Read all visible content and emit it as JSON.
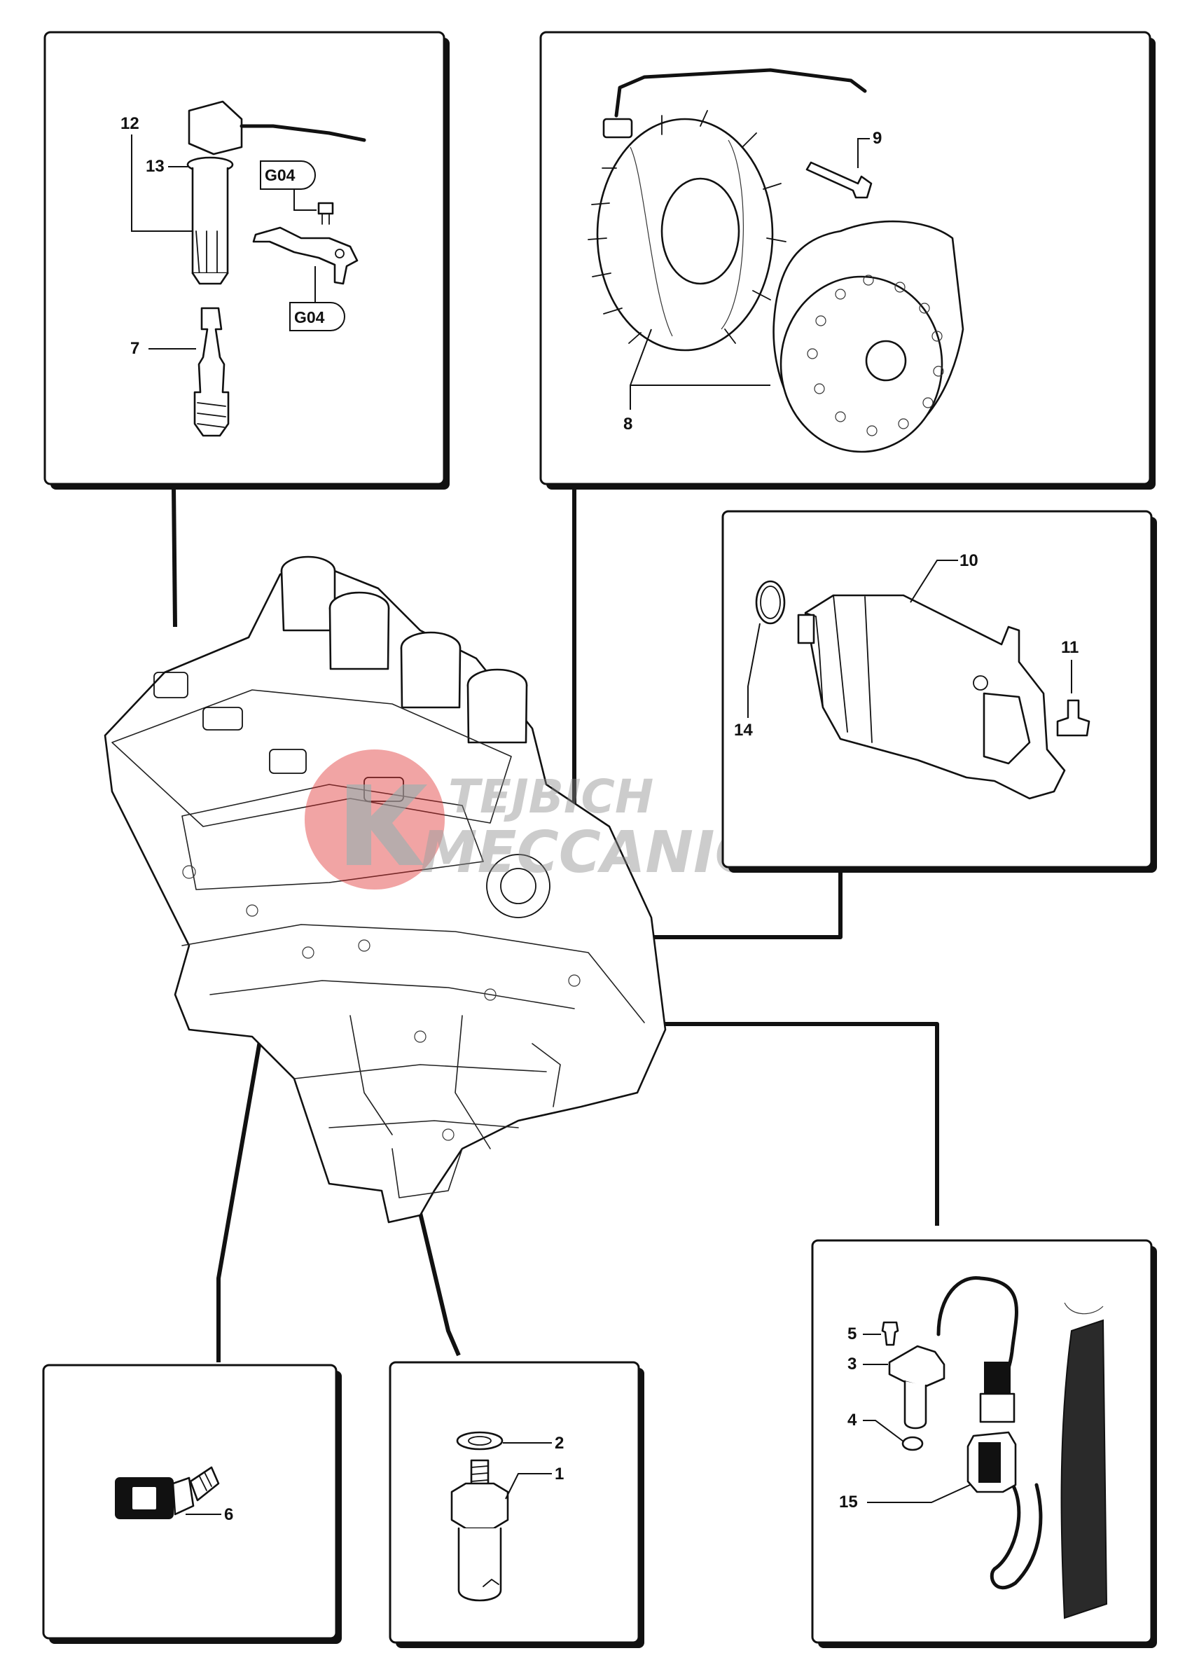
{
  "watermark": {
    "line1": "TEJBICH",
    "line2": "MECCANICA",
    "logo_color": "#e03030"
  },
  "panels": {
    "ignition": {
      "labels": {
        "p12": "12",
        "p13": "13",
        "p7": "7"
      },
      "tags": {
        "g04_top": "G04",
        "g04_bottom": "G04"
      }
    },
    "alternator": {
      "labels": {
        "p9": "9",
        "p8": "8"
      }
    },
    "starter": {
      "labels": {
        "p10": "10",
        "p11": "11",
        "p14": "14"
      }
    },
    "temp_sensor": {
      "labels": {
        "p6": "6"
      }
    },
    "oil_sensor": {
      "labels": {
        "p2": "2",
        "p1": "1"
      }
    },
    "pickup": {
      "labels": {
        "p5": "5",
        "p3": "3",
        "p4": "4",
        "p15": "15"
      }
    }
  },
  "icons": [
    "ignition-coil-icon",
    "spark-plug-icon",
    "stator-icon",
    "rotor-icon",
    "starter-motor-icon",
    "engine-icon",
    "temperature-sensor-icon",
    "oil-pressure-switch-icon",
    "pickup-sensor-icon",
    "connector-icon"
  ]
}
